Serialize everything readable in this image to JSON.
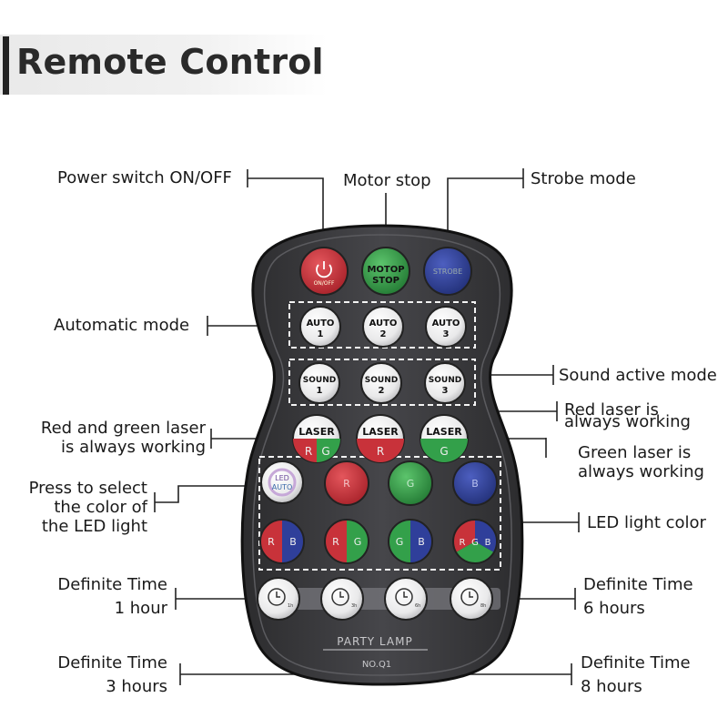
{
  "title": "Remote Control",
  "labels": {
    "power": "Power switch ON/OFF",
    "motor_stop": "Motor stop",
    "strobe": "Strobe mode",
    "auto": "Automatic mode",
    "sound": "Sound active mode",
    "red_laser_1": "Red  laser is",
    "red_laser_2": "always working",
    "rg_laser_1": "Red and green laser",
    "rg_laser_2": "is always working",
    "green_laser_1": "Green laser is",
    "green_laser_2": "always working",
    "press_1": "Press to select",
    "press_2": "the color of",
    "press_3": "the LED light",
    "led_color": "LED light color",
    "t1_1": "Definite Time",
    "t1_2": "1 hour",
    "t6_1": "Definite Time",
    "t6_2": "6 hours",
    "t3_1": "Definite Time",
    "t3_2": "3 hours",
    "t8_1": "Definite Time",
    "t8_2": "8 hours"
  },
  "remote": {
    "brand": "PARTY LAMP",
    "model": "NO.Q1",
    "power_btn": "ON/OFF",
    "motor_btn_1": "MOTOP",
    "motor_btn_2": "STOP",
    "strobe_btn": "STROBE",
    "auto_word": "AUTO",
    "auto_1": "1",
    "auto_2": "2",
    "auto_3": "3",
    "sound_word": "SOUND",
    "sound_1": "1",
    "sound_2": "2",
    "sound_3": "3",
    "laser_word": "LASER",
    "laser_rg_r": "R",
    "laser_rg_g": "G",
    "laser_r": "R",
    "laser_g": "G",
    "led_auto_1": "LED",
    "led_auto_2": "AUTO",
    "c_r": "R",
    "c_g": "G",
    "c_b": "B",
    "rb_r": "R",
    "rb_b": "B",
    "rg_r": "R",
    "rg_g": "G",
    "gb_g": "G",
    "gb_b": "B",
    "rgb_r": "R",
    "rgb_g": "G",
    "rgb_b": "B",
    "timer_1h": "1h",
    "timer_3h": "3h",
    "timer_6h": "6h",
    "timer_8h": "8h"
  },
  "icons": [
    "power-icon",
    "clock-icon"
  ],
  "colors": {
    "red": "#c8323a",
    "green": "#33a04a",
    "blue": "#2f3f9a",
    "body": "#3a3a3c",
    "white_btn": "#f2f2f2"
  }
}
